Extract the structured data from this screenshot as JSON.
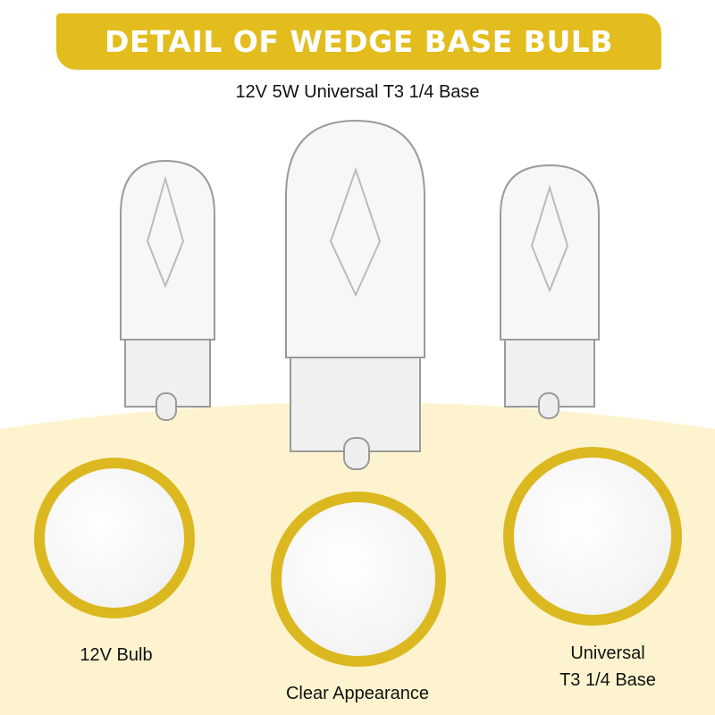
{
  "banner": {
    "title": "DETAIL  OF WEDGE BASE BULB"
  },
  "subtitle": "12V  5W  Universal T3 1/4 Base",
  "details": [
    {
      "label": "12V Bulb"
    },
    {
      "label": "Clear Appearance"
    },
    {
      "label_line1": "Universal",
      "label_line2": "T3 1/4 Base"
    }
  ],
  "colors": {
    "accent": "#dcb820",
    "banner": "#e3bd1e",
    "background_lower": "#fdf4cf"
  }
}
